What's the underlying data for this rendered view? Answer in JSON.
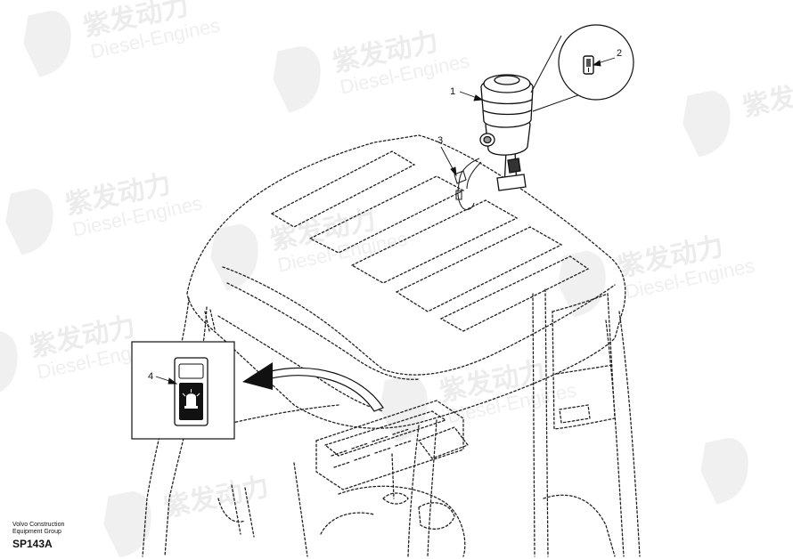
{
  "watermark": {
    "brand_cn": "紫发动力",
    "brand_en": "Diesel-Engines"
  },
  "callouts": {
    "beacon": "1",
    "bulb": "2",
    "harness": "3",
    "switch": "4"
  },
  "caption": {
    "company_line1": "Volvo Construction",
    "company_line2": "Equipment Group",
    "drawing_code": "SP143A"
  }
}
